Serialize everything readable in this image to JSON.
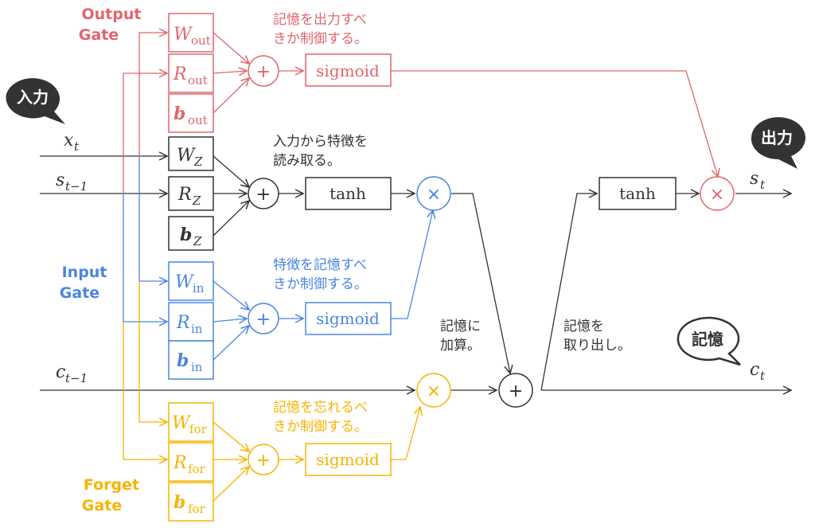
{
  "gates": {
    "output": {
      "line1": "Output",
      "line2": "Gate",
      "color": "#e0666c"
    },
    "input": {
      "line1": "Input",
      "line2": "Gate",
      "color": "#4a86e0"
    },
    "forget": {
      "line1": "Forget",
      "line2": "Gate",
      "color": "#f5b400"
    }
  },
  "bubbles": {
    "input": "入力",
    "output": "出力",
    "memory": "記憶"
  },
  "signals": {
    "x": {
      "base": "x",
      "sub": "t"
    },
    "s_prev": {
      "base": "s",
      "sub": "t−1"
    },
    "c_prev": {
      "base": "c",
      "sub": "t−1"
    },
    "s": {
      "base": "s",
      "sub": "t"
    },
    "c": {
      "base": "c",
      "sub": "t"
    }
  },
  "weights": {
    "W_out": {
      "base": "W",
      "sub": "out"
    },
    "R_out": {
      "base": "R",
      "sub": "out"
    },
    "b_out": {
      "base": "b",
      "sub": "out"
    },
    "W_z": {
      "base": "W",
      "sub": "Z"
    },
    "R_z": {
      "base": "R",
      "sub": "Z"
    },
    "b_z": {
      "base": "b",
      "sub": "Z"
    },
    "W_in": {
      "base": "W",
      "sub": "in"
    },
    "R_in": {
      "base": "R",
      "sub": "in"
    },
    "b_in": {
      "base": "b",
      "sub": "in"
    },
    "W_for": {
      "base": "W",
      "sub": "for"
    },
    "R_for": {
      "base": "R",
      "sub": "for"
    },
    "b_for": {
      "base": "b",
      "sub": "for"
    }
  },
  "functions": {
    "sigmoid": "sigmoid",
    "tanh": "tanh"
  },
  "operators": {
    "plus": "+",
    "times": "×"
  },
  "annotations": {
    "output_note": [
      "記憶を出力すべ",
      "きか制御する。"
    ],
    "z_note": [
      "入力から特徴を",
      "読み取る。"
    ],
    "input_note": [
      "特徴を記憶すべ",
      "きか制御する。"
    ],
    "add_note": [
      "記憶に",
      "加算。"
    ],
    "extract_note": [
      "記憶を",
      "取り出し。"
    ],
    "forget_note": [
      "記憶を忘れるべ",
      "きか制御する。"
    ]
  },
  "colors": {
    "dark": "#333333",
    "output": "#e0666c",
    "input": "#4a86e0",
    "forget": "#f5b400"
  }
}
